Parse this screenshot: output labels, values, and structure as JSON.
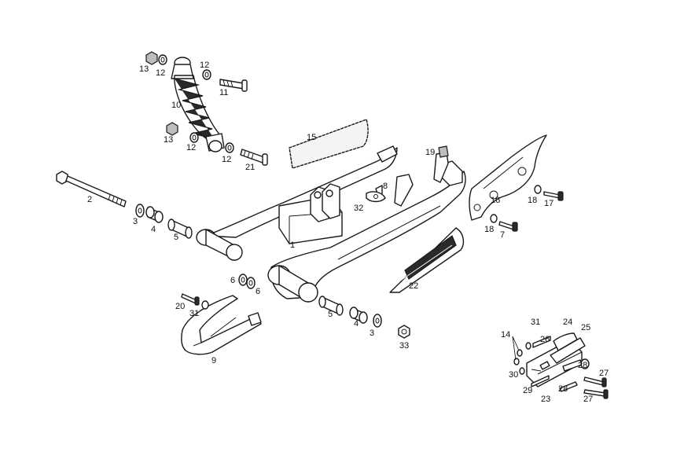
{
  "diagram": {
    "colors": {
      "line": "#1a1a1a",
      "fill": "#ffffff",
      "shade": "#bdbdbd",
      "dark": "#2a2a2a"
    },
    "parts": [
      {
        "id": "swingarm",
        "label": "1"
      },
      {
        "id": "pivot-bolt",
        "label": "2"
      },
      {
        "id": "washer-left",
        "label": "3"
      },
      {
        "id": "bushing-left",
        "label": "4"
      },
      {
        "id": "spacer-left",
        "label": "5"
      },
      {
        "id": "nut-pair",
        "label": "6"
      },
      {
        "id": "guard-bolt",
        "label": "7"
      },
      {
        "id": "clip-bolt",
        "label": "8"
      },
      {
        "id": "chain-slider",
        "label": "9"
      },
      {
        "id": "shock-absorber",
        "label": "10"
      },
      {
        "id": "shock-bolt-top",
        "label": "11"
      },
      {
        "id": "washers-shock",
        "label": "12"
      },
      {
        "id": "nuts-shock",
        "label": "13"
      },
      {
        "id": "adjuster-washers",
        "label": "14"
      },
      {
        "id": "upper-decal",
        "label": "15"
      },
      {
        "id": "chain-guard",
        "label": "16"
      },
      {
        "id": "guard-screw",
        "label": "17"
      },
      {
        "id": "guard-washers",
        "label": "18"
      },
      {
        "id": "cap",
        "label": "19"
      },
      {
        "id": "slider-screw",
        "label": "20"
      },
      {
        "id": "shock-bolt-bottom",
        "label": "21"
      },
      {
        "id": "swingarm-decal",
        "label": "22"
      },
      {
        "id": "adjuster-plate",
        "label": "23"
      },
      {
        "id": "adjuster-block",
        "label": "24"
      },
      {
        "id": "adjuster-block-outer",
        "label": "25"
      },
      {
        "id": "adjuster-pin",
        "label": "26"
      },
      {
        "id": "adjuster-bolts",
        "label": "27"
      },
      {
        "id": "adjuster-spacers",
        "label": "28"
      },
      {
        "id": "adjuster-screw",
        "label": "29"
      },
      {
        "id": "adjuster-nut",
        "label": "30"
      },
      {
        "id": "adjuster-washer",
        "label": "31"
      },
      {
        "id": "chain-clip",
        "label": "32"
      },
      {
        "id": "axle-nut",
        "label": "33"
      }
    ],
    "callouts": [
      "13",
      "12",
      "12",
      "11",
      "10",
      "13",
      "12",
      "12",
      "21",
      "15",
      "19",
      "8",
      "32",
      "16",
      "18",
      "17",
      "18",
      "7",
      "2",
      "3",
      "4",
      "5",
      "1",
      "6",
      "6",
      "22",
      "20",
      "31",
      "9",
      "5",
      "4",
      "3",
      "33",
      "31",
      "24",
      "25",
      "14",
      "26",
      "30",
      "27",
      "29",
      "28",
      "23",
      "28",
      "27"
    ]
  }
}
